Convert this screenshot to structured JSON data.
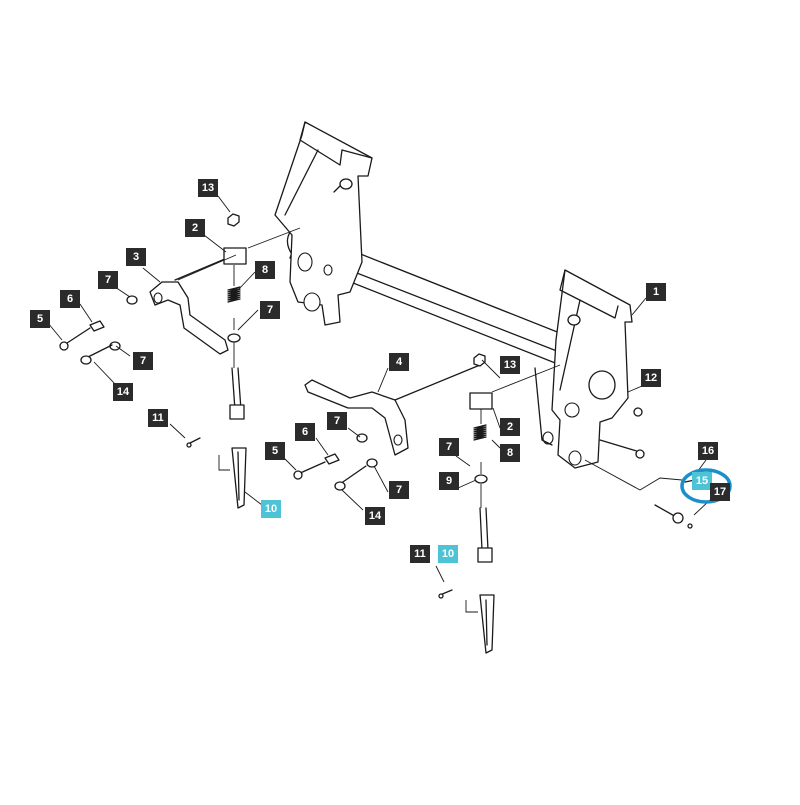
{
  "diagram": {
    "callouts": [
      {
        "id": "c13a",
        "label": "13"
      },
      {
        "id": "c2a",
        "label": "2"
      },
      {
        "id": "c3",
        "label": "3"
      },
      {
        "id": "c8a",
        "label": "8"
      },
      {
        "id": "c7a",
        "label": "7"
      },
      {
        "id": "c6a",
        "label": "6"
      },
      {
        "id": "c5a",
        "label": "5"
      },
      {
        "id": "c7b",
        "label": "7"
      },
      {
        "id": "c7c",
        "label": "7"
      },
      {
        "id": "c14a",
        "label": "14"
      },
      {
        "id": "c11a",
        "label": "11"
      },
      {
        "id": "c10a",
        "label": "10",
        "highlighted": true
      },
      {
        "id": "c1",
        "label": "1"
      },
      {
        "id": "c4",
        "label": "4"
      },
      {
        "id": "c13b",
        "label": "13"
      },
      {
        "id": "c12",
        "label": "12"
      },
      {
        "id": "c7d",
        "label": "7"
      },
      {
        "id": "c2b",
        "label": "2"
      },
      {
        "id": "c6b",
        "label": "6"
      },
      {
        "id": "c5b",
        "label": "5"
      },
      {
        "id": "c7e",
        "label": "7"
      },
      {
        "id": "c8b",
        "label": "8"
      },
      {
        "id": "c9",
        "label": "9"
      },
      {
        "id": "c7f",
        "label": "7"
      },
      {
        "id": "c14b",
        "label": "14"
      },
      {
        "id": "c16",
        "label": "16"
      },
      {
        "id": "c15",
        "label": "15",
        "highlighted": true
      },
      {
        "id": "c17",
        "label": "17"
      },
      {
        "id": "c11b",
        "label": "11"
      },
      {
        "id": "c10b",
        "label": "10",
        "highlighted": true
      }
    ],
    "highlight_color": "#4fc3d6",
    "callout_color": "#2b2b2b",
    "selection_ring_color": "#1a8fc9"
  }
}
